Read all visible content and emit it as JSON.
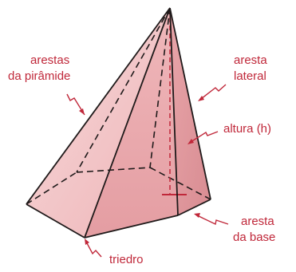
{
  "labels": {
    "arestas_piramide_line1": "arestas",
    "arestas_piramide_line2": "da pirâmide",
    "aresta_lateral_line1": "aresta",
    "aresta_lateral_line2": "lateral",
    "altura": "altura (h)",
    "aresta_base_line1": "aresta",
    "aresta_base_line2": "da base",
    "triedro": "triedro"
  },
  "colors": {
    "label_text": "#c0283a",
    "pyramid_face_light": "#f2c6c8",
    "pyramid_face_mid": "#e7a2a6",
    "pyramid_face_dark": "#d98d92",
    "edge_line": "#1f1a1a",
    "height_line": "#c0283a"
  }
}
